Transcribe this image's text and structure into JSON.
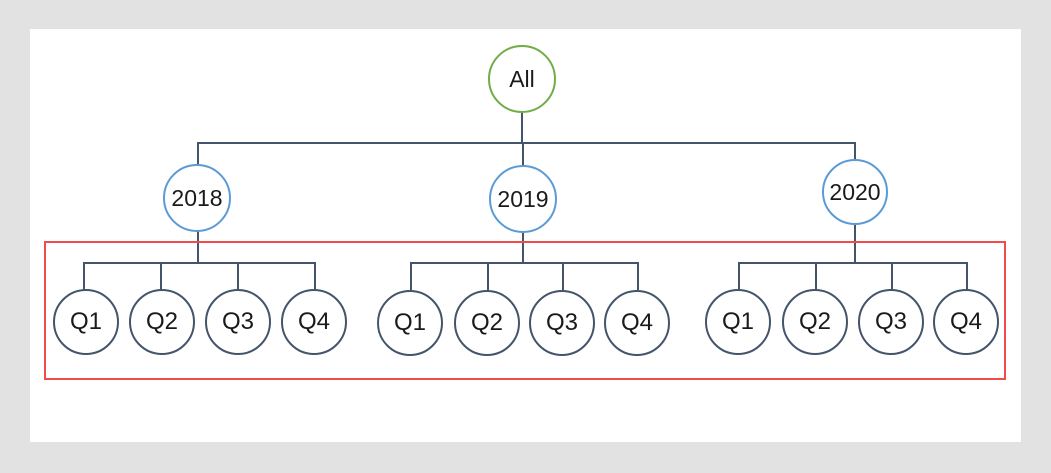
{
  "diagram": {
    "type": "hierarchy-tree",
    "root": {
      "label": "All"
    },
    "groups": [
      {
        "year": "2018",
        "quarters": [
          "Q1",
          "Q2",
          "Q3",
          "Q4"
        ]
      },
      {
        "year": "2019",
        "quarters": [
          "Q1",
          "Q2",
          "Q3",
          "Q4"
        ]
      },
      {
        "year": "2020",
        "quarters": [
          "Q1",
          "Q2",
          "Q3",
          "Q4"
        ]
      }
    ],
    "colors": {
      "root_stroke": "#70ad47",
      "year_stroke": "#5b9bd5",
      "quarter_stroke": "#44546a",
      "connector": "#44546a",
      "highlight_box": "#f24b4b",
      "page_background": "#e2e2e2",
      "canvas_background": "#ffffff"
    }
  }
}
